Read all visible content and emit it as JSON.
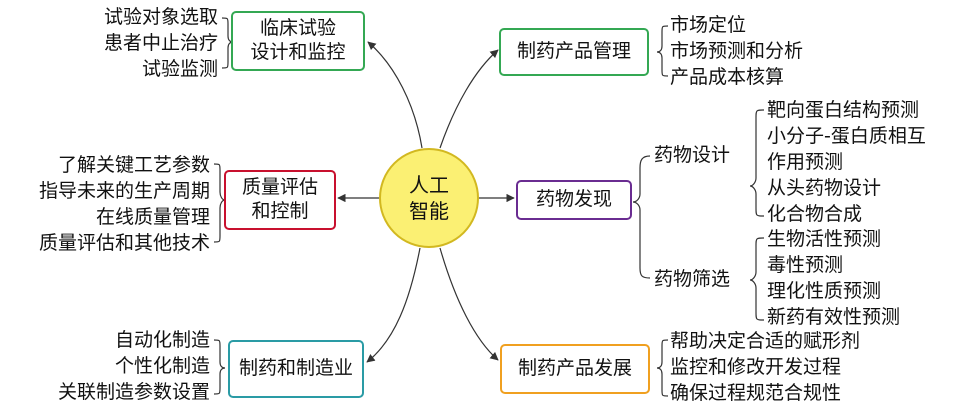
{
  "center": {
    "label": "人工智能"
  },
  "colors": {
    "clinical": "#34a853",
    "manage": "#34a853",
    "quality": "#c8102e",
    "discovery": "#6a2c91",
    "manufacture": "#2a9ba5",
    "develop": "#f0a020",
    "center_fill": "#fbf073",
    "center_border": "#d2b820"
  },
  "branches": {
    "clinical": {
      "label": "临床试验设计和监控",
      "line1": "临床试验",
      "line2": "设计和监控",
      "items": [
        "试验对象选取",
        "患者中止治疗",
        "试验监测"
      ]
    },
    "quality": {
      "line1": "质量评估",
      "line2": "和控制",
      "items": [
        "了解关键工艺参数",
        "指导未来的生产周期",
        "在线质量管理",
        "质量评估和其他技术"
      ]
    },
    "manufacture": {
      "label": "制药和制造业",
      "items": [
        "自动化制造",
        "个性化制造",
        "关联制造参数设置"
      ]
    },
    "manage": {
      "label": "制药产品管理",
      "items": [
        "市场定位",
        "市场预测和分析",
        "产品成本核算"
      ]
    },
    "discovery": {
      "label": "药物发现",
      "design": {
        "label": "药物设计",
        "items": [
          "靶向蛋白结构预测",
          "小分子-蛋白质相互",
          "作用预测",
          "从头药物设计",
          "化合物合成"
        ]
      },
      "screen": {
        "label": "药物筛选",
        "items": [
          "生物活性预测",
          "毒性预测",
          "理化性质预测",
          "新药有效性预测"
        ]
      }
    },
    "develop": {
      "label": "制药产品发展",
      "items": [
        "帮助决定合适的赋形剂",
        "监控和修改开发过程",
        "确保过程规范合规性"
      ]
    }
  }
}
